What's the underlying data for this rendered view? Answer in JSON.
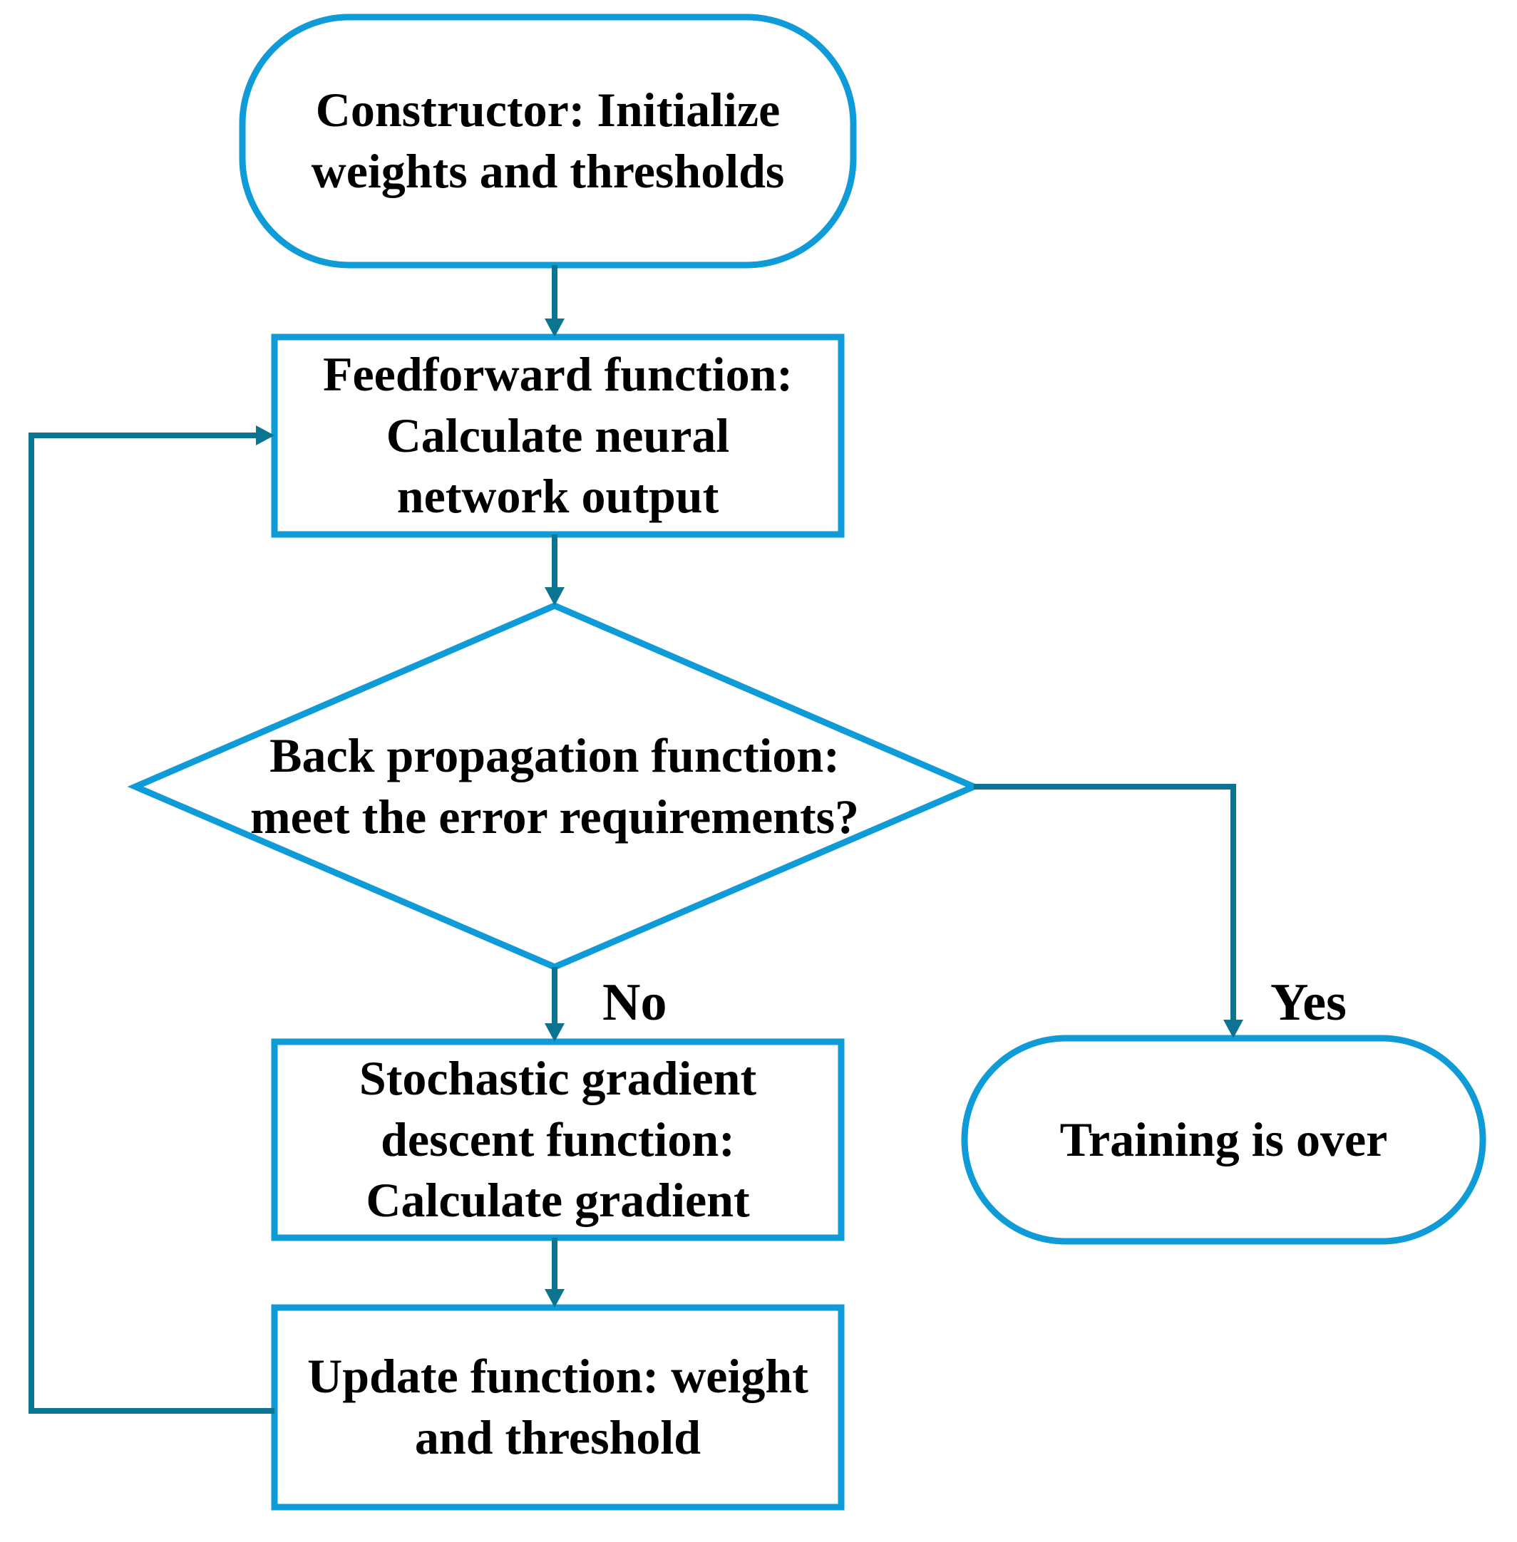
{
  "diagram": {
    "type": "flowchart",
    "colors": {
      "node_border": "#0e9bd8",
      "connector": "#0a7491",
      "text": "#000000",
      "background": "#ffffff"
    },
    "nodes": {
      "start": {
        "shape": "terminator",
        "label": "Constructor: Initialize weights and thresholds",
        "lines": [
          "Constructor: Initialize",
          "weights and thresholds"
        ]
      },
      "feedforward": {
        "shape": "process",
        "label": "Feedforward function: Calculate neural network output",
        "lines": [
          "Feedforward function:",
          "Calculate neural",
          "network output"
        ]
      },
      "decision": {
        "shape": "decision",
        "label": "Back propagation function: meet the error requirements?",
        "lines": [
          "Back propagation function:",
          "meet the error requirements?"
        ]
      },
      "sgd": {
        "shape": "process",
        "label": "Stochastic gradient descent function: Calculate gradient",
        "lines": [
          "Stochastic gradient",
          "descent function:",
          "Calculate gradient"
        ]
      },
      "update": {
        "shape": "process",
        "label": "Update function: weight and threshold",
        "lines": [
          "Update function: weight",
          "and threshold"
        ]
      },
      "end": {
        "shape": "terminator",
        "label": "Training is over",
        "lines": [
          "Training is over"
        ]
      }
    },
    "edge_labels": {
      "no": "No",
      "yes": "Yes"
    }
  }
}
